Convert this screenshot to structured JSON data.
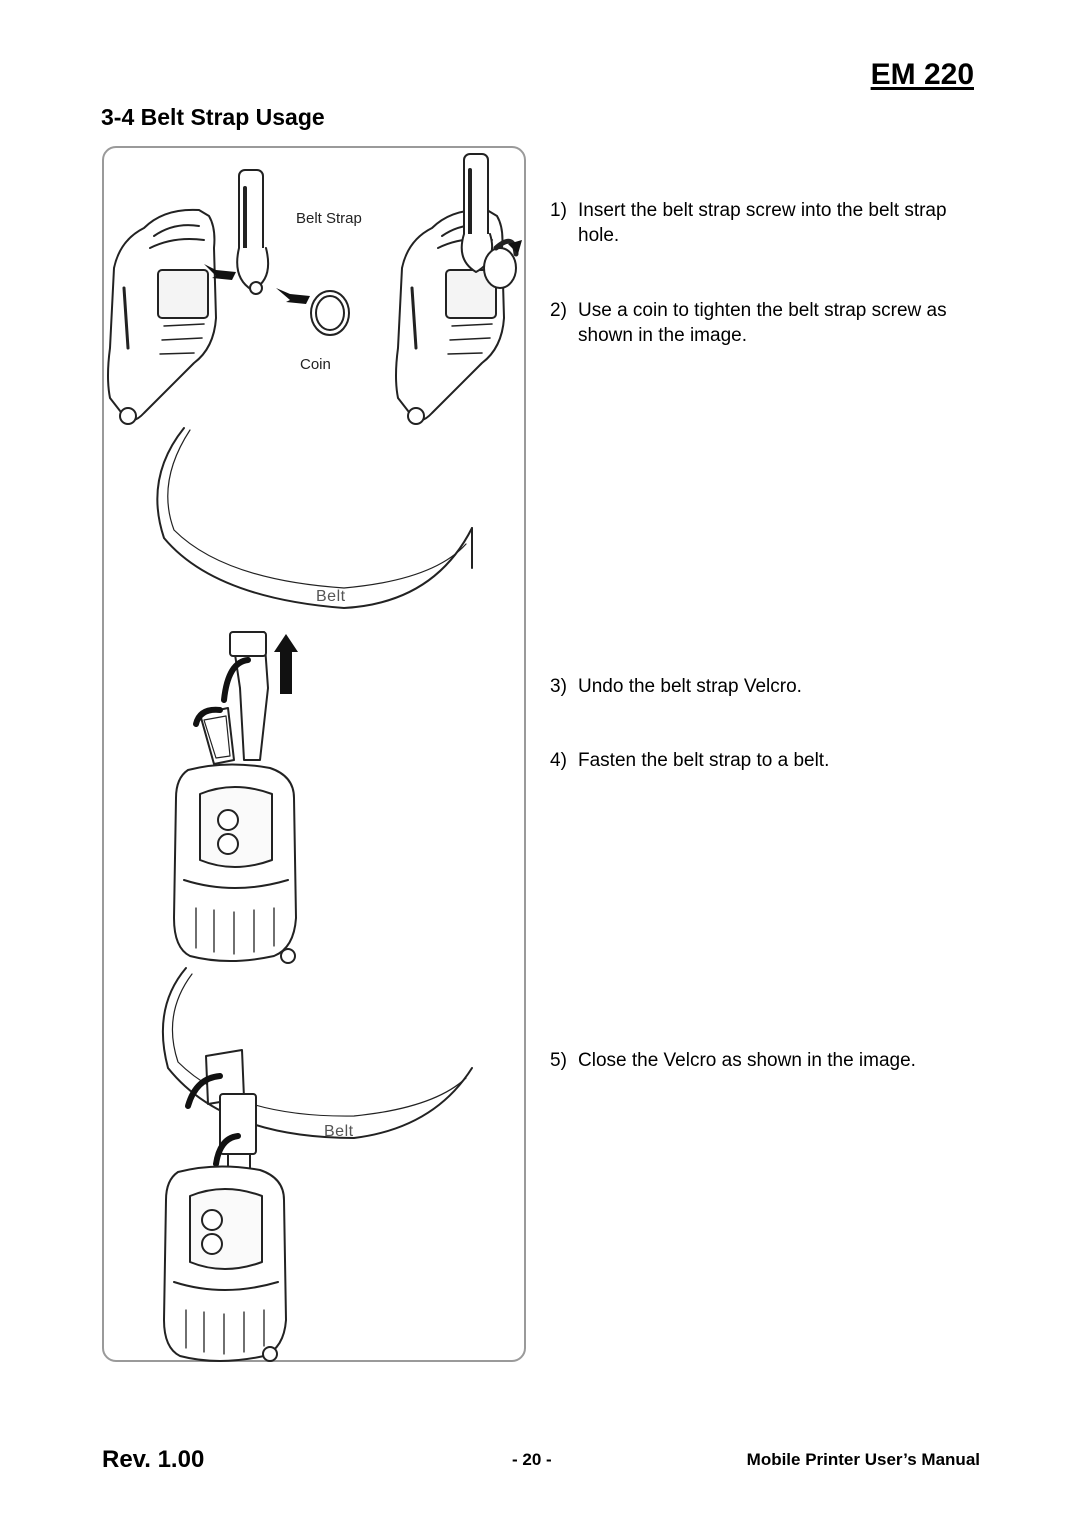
{
  "header": {
    "model": "EM 220"
  },
  "section": {
    "title": "3-4 Belt Strap Usage"
  },
  "figure": {
    "labels": {
      "belt_strap": "Belt Strap",
      "coin": "Coin",
      "belt_1": "Belt",
      "belt_2": "Belt"
    }
  },
  "steps": [
    {
      "num": "1)",
      "text": "Insert the belt strap screw into the belt strap hole."
    },
    {
      "num": "2)",
      "text": "Use a coin to tighten the belt strap screw as shown in the image."
    },
    {
      "num": "3)",
      "text": "Undo the belt strap Velcro."
    },
    {
      "num": "4)",
      "text": "Fasten the belt strap to a belt."
    },
    {
      "num": "5)",
      "text": "Close the Velcro as shown in the image."
    }
  ],
  "footer": {
    "rev": "Rev. 1.00",
    "page": "- 20 -",
    "manual_title": "Mobile Printer User’s Manual"
  }
}
